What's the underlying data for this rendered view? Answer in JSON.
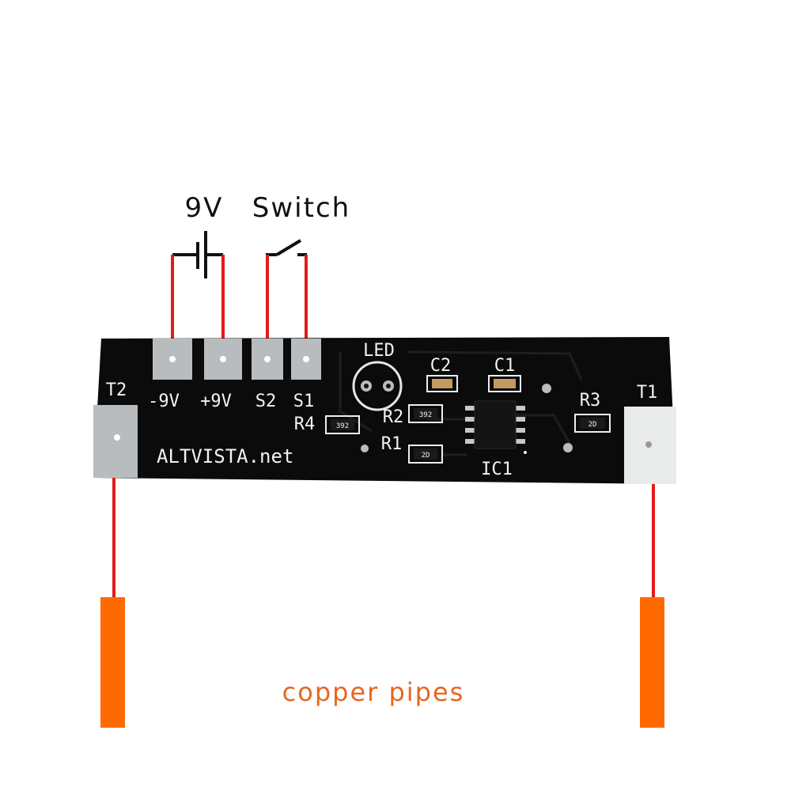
{
  "labels": {
    "battery": "9V",
    "switch": "Switch",
    "pipes": "copper pipes"
  },
  "pcb": {
    "brand": "ALTVISTA.net",
    "pads": {
      "neg9v": "-9V",
      "pos9v": "+9V",
      "s2": "S2",
      "s1": "S1",
      "t1": "T1",
      "t2": "T2"
    },
    "components": {
      "led": "LED",
      "c1": "C1",
      "c2": "C2",
      "r1": "R1",
      "r2": "R2",
      "r3": "R3",
      "r4": "R4",
      "ic1": "IC1"
    },
    "smd_codes": {
      "r1": "2D",
      "r2": "392",
      "r3": "2D",
      "r4": "392"
    }
  },
  "colors": {
    "board": "#0b0b0b",
    "wire": "#e31b1b",
    "pipe": "#ff6a00",
    "pipe_label": "#e8651e",
    "pad": "#b9bcbf",
    "schematic": "#111111"
  }
}
